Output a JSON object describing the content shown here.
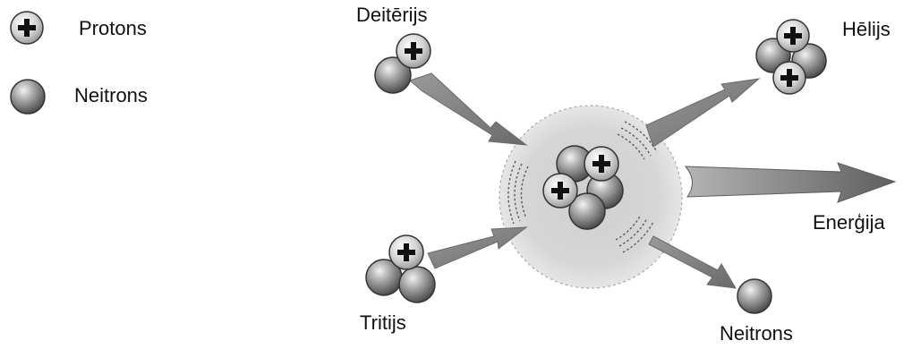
{
  "legend": {
    "proton_label": "Protons",
    "neutron_label": "Neitrons"
  },
  "labels": {
    "deuterium": "Deitērijs",
    "tritium": "Tritijs",
    "helium": "Hēlijs",
    "energy": "Enerģija",
    "neutron_out": "Neitrons"
  },
  "colors": {
    "proton_fill": "#c8c8c8",
    "neutron_fill": "#8c8c8c",
    "arrow": "#707070",
    "halo": "#d2d2d2"
  }
}
